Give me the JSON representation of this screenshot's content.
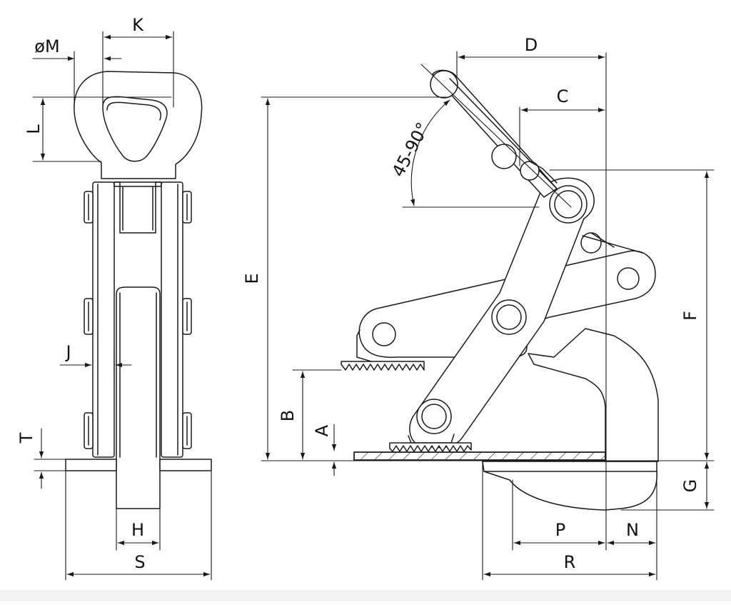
{
  "colors": {
    "line": "#1a1a1a",
    "fill": "#ffffff",
    "background": "#ffffff"
  },
  "front_view": {
    "labels": {
      "K": "K",
      "M": "øM",
      "L": "L",
      "J": "J",
      "T": "T",
      "H": "H",
      "S": "S"
    }
  },
  "side_view": {
    "labels": {
      "D": "D",
      "C": "C",
      "angle": "45-90°",
      "E": "E",
      "F": "F",
      "B": "B",
      "A": "A",
      "G": "G",
      "P": "P",
      "N": "N",
      "R": "R"
    }
  }
}
